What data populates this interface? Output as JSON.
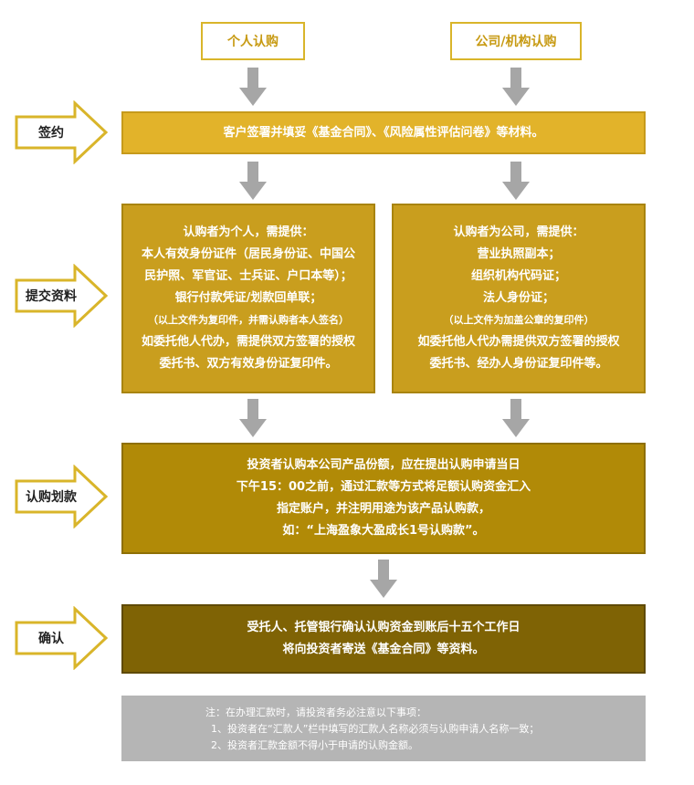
{
  "top": {
    "individual": "个人认购",
    "institution": "公司/机构认购"
  },
  "steps": {
    "sign": {
      "label": "签约",
      "text": "客户签署并填妥《基金合同》、《风险属性评估问卷》等材料。"
    },
    "docs": {
      "label": "提交资料",
      "individual": [
        "认购者为个人，需提供：",
        "本人有效身份证件（居民身份证、中国公",
        "民护照、军官证、士兵证、户口本等）；",
        "银行付款凭证/划款回单联；",
        "（以上文件为复印件，并需认购者本人签名）",
        "如委托他人代办，需提供双方签署的授权",
        "委托书、双方有效身份证复印件。"
      ],
      "institution": [
        "认购者为公司，需提供：",
        "营业执照副本；",
        "组织机构代码证；",
        "法人身份证；",
        "（以上文件为加盖公章的复印件）",
        "如委托他人代办需提供双方签署的授权",
        "委托书、经办人身份证复印件等。"
      ]
    },
    "payment": {
      "label": "认购划款",
      "lines": [
        "投资者认购本公司产品份额，应在提出认购申请当日",
        "下午15：00之前，通过汇款等方式将足额认购资金汇入",
        "指定账户，并注明用途为该产品认购款，",
        "如：“上海盈象大盈成长1号认购款”。"
      ]
    },
    "confirm": {
      "label": "确认",
      "lines": [
        "受托人、托管银行确认认购资金到账后十五个工作日",
        "将向投资者寄送《基金合同》等资料。"
      ]
    }
  },
  "note": [
    "注：在办理汇款时，请投资者务必注意以下事项：",
    "1、投资者在“汇款人”栏中填写的汇款人名称必须与认购申请人名称一致；",
    "2、投资者汇款金额不得小于申请的认购金额。"
  ],
  "colors": {
    "accent": "#d9b52a",
    "arrow_gray": "#a6a6a6",
    "step1": "#e2b32a",
    "step2": "#c99e1e",
    "step3": "#b18a07",
    "step4": "#7f6305",
    "note_bg": "#b5b5b5"
  }
}
